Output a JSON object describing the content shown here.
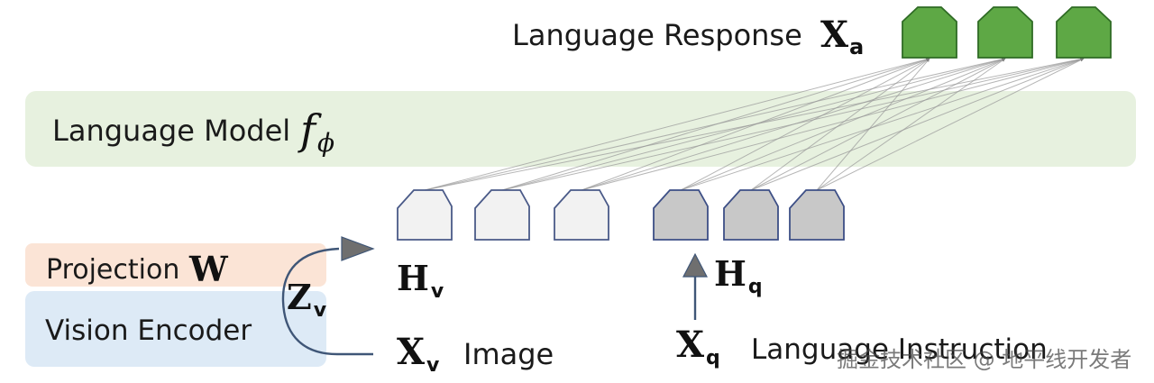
{
  "colors": {
    "language_model_band": "#e7f1df",
    "projection_box": "#fbe4d6",
    "vision_encoder_box": "#ddeaf6",
    "output_token_fill": "#5ea845",
    "output_token_stroke": "#2f6b25",
    "visual_token_fill": "#f2f2f2",
    "visual_token_stroke": "#4a5a88",
    "instruction_token_fill": "#c8c8c8",
    "instruction_token_stroke": "#3d4f86",
    "arrow_color": "#3f5677",
    "connection_line": "#9a9a9a"
  },
  "labels": {
    "language_response": "Language Response",
    "x_a": {
      "main": "X",
      "sub": "a"
    },
    "language_model": "Language Model",
    "f_phi": {
      "main": "f",
      "sub": "ϕ"
    },
    "projection": "Projection",
    "w": "W",
    "vision_encoder": "Vision Encoder",
    "z_v": {
      "main": "Z",
      "sub": "v"
    },
    "h_v": {
      "main": "H",
      "sub": "v"
    },
    "h_q": {
      "main": "H",
      "sub": "q"
    },
    "x_v": {
      "main": "X",
      "sub": "v"
    },
    "image": "Image",
    "x_q": {
      "main": "X",
      "sub": "q"
    },
    "language_instruction": "Language Instruction"
  },
  "tokens": {
    "output_count": 3,
    "visual_count": 3,
    "instruction_count": 3
  },
  "watermark": "掘金技术社区 @ 地平线开发者",
  "icons": {
    "projection_arrow": "curved-arrow-icon",
    "instruction_arrow": "up-arrow-icon"
  }
}
